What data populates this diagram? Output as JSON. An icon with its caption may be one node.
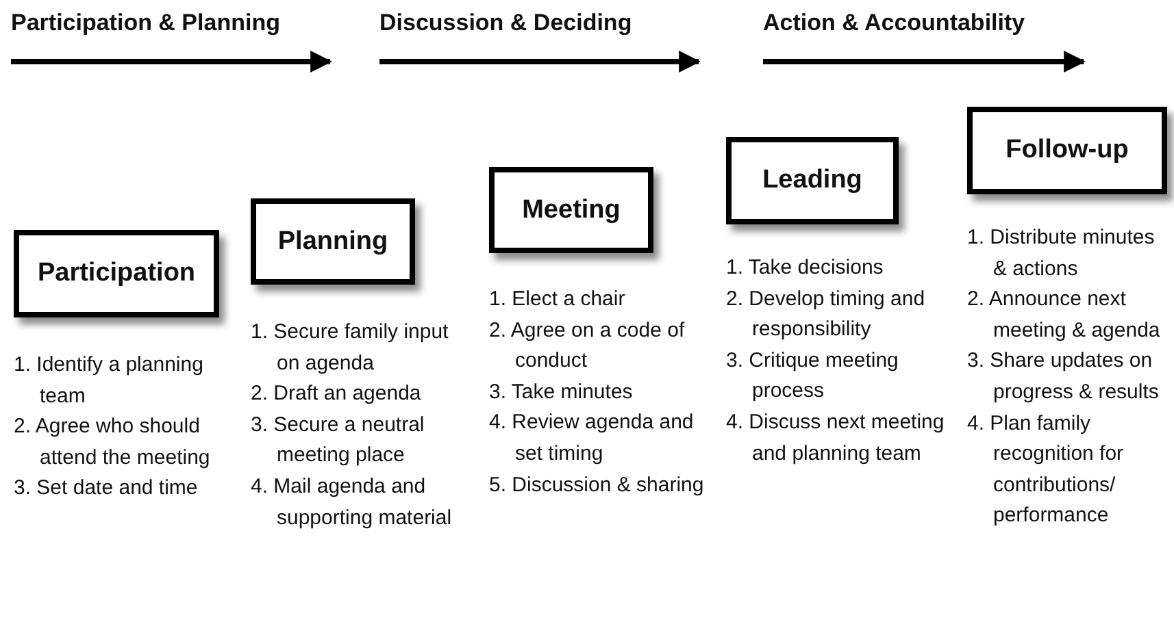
{
  "diagram": {
    "nodes": [
      {
        "text": [
          "Participation"
        ],
        "beside": [
          "1. Identify a planning team",
          "2. Agree who should attend the meeting",
          "3. Set date and time"
        ]
      },
      {
        "text": [
          "Planning"
        ],
        "beside": [
          "1. Secure family input on agenda",
          "2. Draft an agenda",
          "3. Secure a neutral meeting place",
          "4. Mail agenda and supporting material"
        ]
      },
      {
        "text": [
          "Meeting"
        ],
        "beside": [
          "1. Elect a chair",
          "2. Agree on a code of conduct",
          "3. Take minutes",
          "4. Review agenda and set timing",
          "5. Discussion & sharing"
        ]
      },
      {
        "text": [
          "Leading"
        ],
        "beside": [
          "1. Take decisions",
          "2. Develop timing and responsibility",
          "3. Critique meeting process",
          "4. Discuss next meeting and planning team"
        ]
      },
      {
        "text": [
          "Follow-up"
        ],
        "beside": [
          "1. Distribute minutes & actions",
          "2. Announce next meeting & agenda",
          "3. Share updates on progress & results",
          "4. Plan family recognition for contributions/ performance"
        ]
      }
    ],
    "labels": [
      "Participation & Planning",
      "Discussion & Deciding",
      "Action & Accountability"
    ]
  }
}
